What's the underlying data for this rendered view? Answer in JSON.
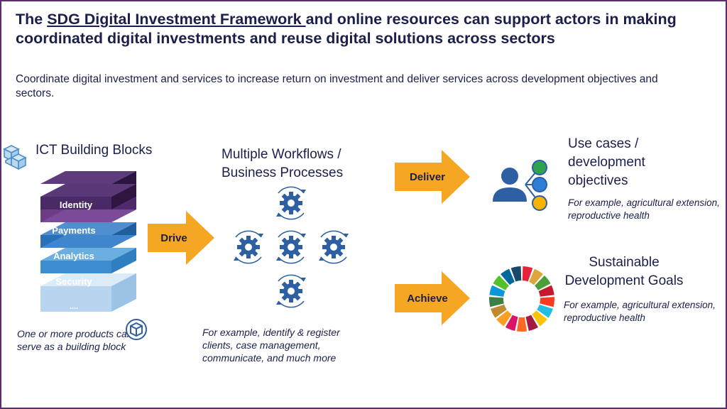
{
  "title": {
    "prefix": "The ",
    "link": "SDG Digital Investment Framework ",
    "rest": "and online resources can support actors in making coordinated digital investments and reuse digital solutions across sectors"
  },
  "subtitle": "Coordinate digital investment and services to increase return on investment and deliver services across development objectives and sectors.",
  "ict": {
    "heading": "ICT Building Blocks",
    "layers": [
      "Identity",
      "Payments",
      "Analytics",
      "Security",
      "...."
    ],
    "note": "One or more products can serve as a building block"
  },
  "workflows": {
    "heading_line1": "Multiple Workflows /",
    "heading_line2": "Business Processes",
    "note": "For example, identify & register clients, case management, communicate, and much more"
  },
  "arrows": {
    "drive": "Drive",
    "deliver": "Deliver",
    "achieve": "Achieve"
  },
  "use_cases": {
    "heading_line1": "Use cases /",
    "heading_line2": "development",
    "heading_line3": "objectives",
    "note": "For example, agricultural extension, reproductive health"
  },
  "sdg": {
    "heading_line1": "Sustainable",
    "heading_line2": "Development Goals",
    "note": "For example, agricultural extension, reproductive health"
  },
  "colors": {
    "navy": "#1b1f4b",
    "arrow": "#f5a623",
    "gear": "#2e5fa3",
    "border": "#5b2c6f",
    "layer_identity": "#4a2a66",
    "layer_payments": "#6a3d86",
    "layer_analytics": "#2a70b8",
    "layer_security": "#3c8ed0",
    "layer_more": "#b9d4ee",
    "sdg_wheel": [
      "#e5243b",
      "#dda63a",
      "#4c9f38",
      "#c5192d",
      "#ff3a21",
      "#26bde2",
      "#fcc30b",
      "#a21942",
      "#fd6925",
      "#dd1367",
      "#fd9d24",
      "#bf8b2e",
      "#3f7e44",
      "#0a97d9",
      "#56c02b",
      "#00689d",
      "#19486a"
    ]
  },
  "icons": [
    "cubes-icon",
    "box-icon",
    "gear-icon",
    "person-network-icon",
    "sdg-wheel-icon"
  ]
}
